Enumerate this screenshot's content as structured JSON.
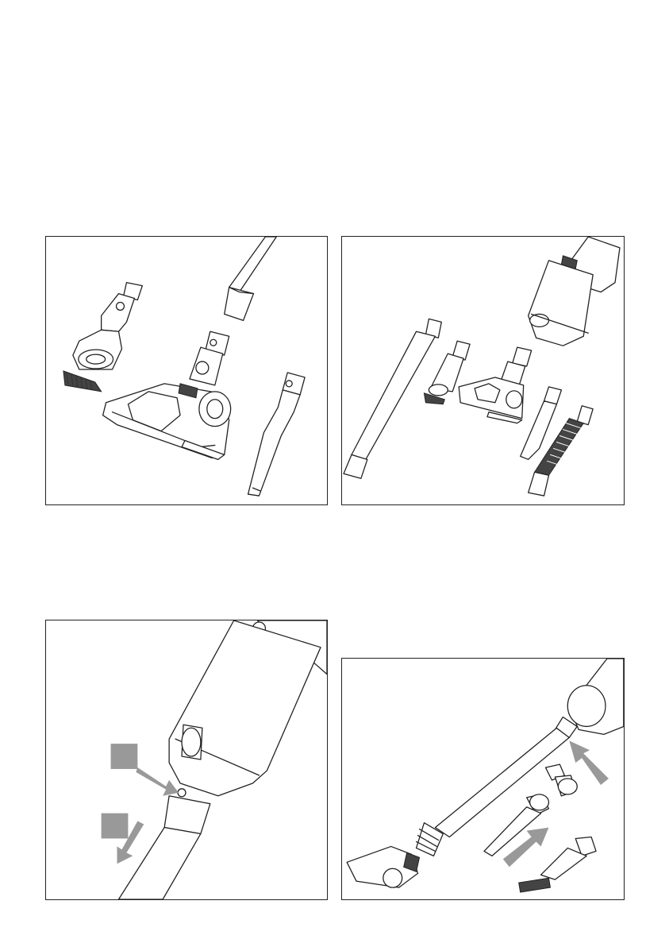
{
  "colors": {
    "line": "#222222",
    "arrow": "#999999",
    "background": "#ffffff"
  },
  "figures": [
    {
      "id": "fig-accessories",
      "icons": [
        "brush-tool-icon",
        "floor-brush-icon",
        "extension-tube-icon",
        "crevice-tool-icon"
      ]
    },
    {
      "id": "fig-all-parts",
      "icons": [
        "vacuum-body-icon",
        "extension-tube-icon",
        "brush-tool-icon",
        "floor-brush-icon",
        "crevice-tool-icon",
        "flexible-hose-icon"
      ]
    },
    {
      "id": "fig-detach-tube",
      "icons": [
        "vacuum-body-icon",
        "release-button-icon",
        "arrow-icon"
      ]
    },
    {
      "id": "fig-attach-accessory",
      "icons": [
        "vacuum-assembled-icon",
        "adapter-icon",
        "crevice-tool-icon",
        "brush-tool-icon",
        "arrow-icon"
      ]
    }
  ]
}
